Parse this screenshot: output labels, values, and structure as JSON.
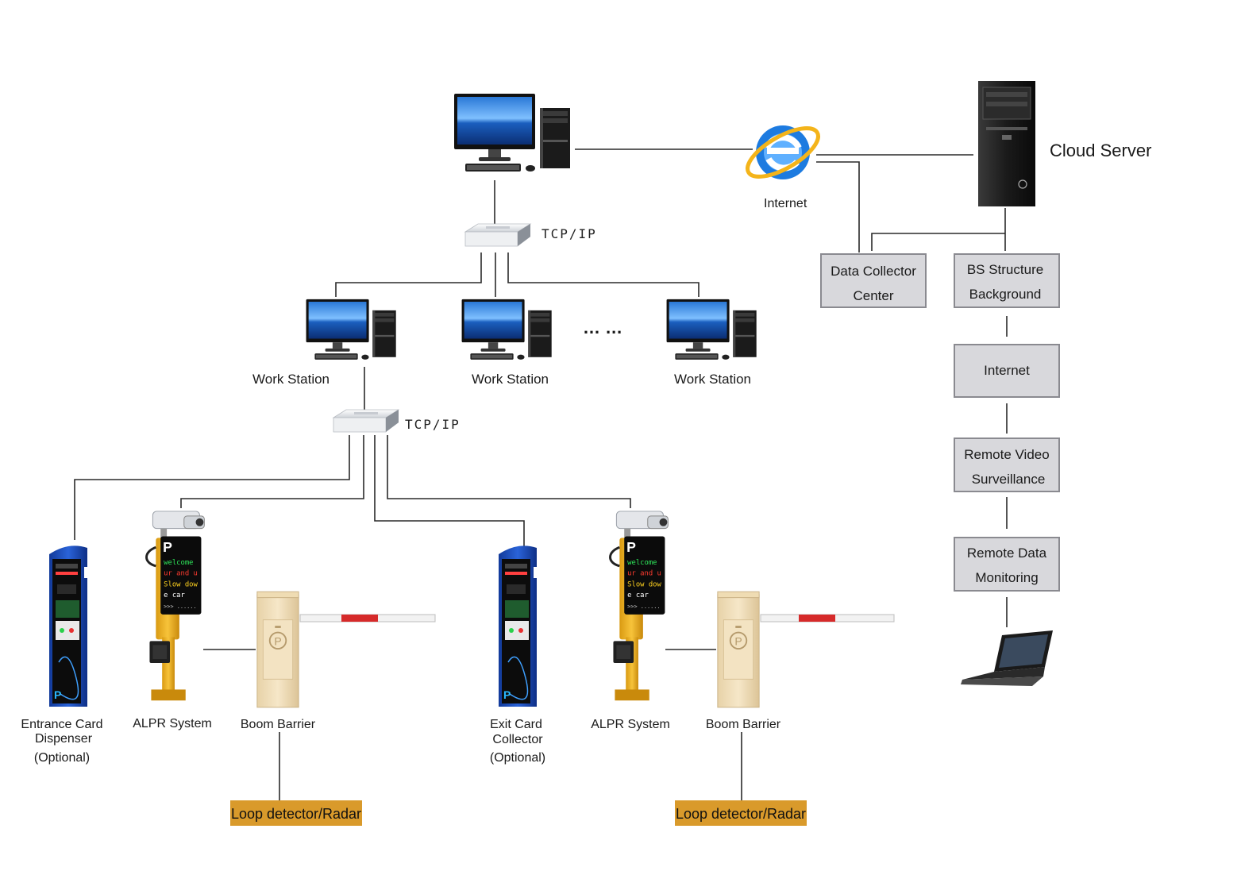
{
  "colors": {
    "box_fill": "#d8d8dc",
    "box_border": "#8a8a90",
    "loop_fill": "#d99a2b",
    "barrier_body": "#f1dfb9",
    "alpr_yellow": "#f2b21c",
    "dispenser_blue": "#1f4fc4",
    "line": "#2a2a2a"
  },
  "cloud": {
    "server_label": "Cloud Server",
    "internet_label": "Internet",
    "boxes": {
      "data_collector": [
        "Data Collector",
        "Center"
      ],
      "bs_structure": [
        "BS Structure",
        "Background"
      ],
      "internet": [
        "Internet"
      ],
      "remote_video": [
        "Remote Video",
        "Surveillance"
      ],
      "remote_data": [
        "Remote Data",
        "Monitoring"
      ]
    }
  },
  "network": {
    "switch_top_label": "TCP/IP",
    "switch_bottom_label": "TCP/IP",
    "ellipsis": "… …"
  },
  "workstations": [
    {
      "label": "Work Station"
    },
    {
      "label": "Work Station"
    },
    {
      "label": "Work Station"
    }
  ],
  "entrance": {
    "dispenser": [
      "Entrance Card",
      "Dispenser",
      "(Optional)"
    ],
    "alpr": "ALPR System",
    "barrier": "Boom Barrier",
    "loop": "Loop detector/Radar"
  },
  "exit": {
    "collector": [
      "Exit Card",
      "Collector",
      "(Optional)"
    ],
    "alpr": "ALPR System",
    "barrier": "Boom Barrier",
    "loop": "Loop detector/Radar"
  },
  "icons": {
    "main_pc": "desktop-computer-icon",
    "workstation": "desktop-computer-icon",
    "switch": "network-switch-icon",
    "ie": "internet-explorer-icon",
    "server": "tower-server-icon",
    "laptop": "laptop-icon",
    "dispenser": "card-dispenser-icon",
    "alpr": "alpr-camera-display-icon",
    "barrier": "boom-barrier-icon"
  }
}
